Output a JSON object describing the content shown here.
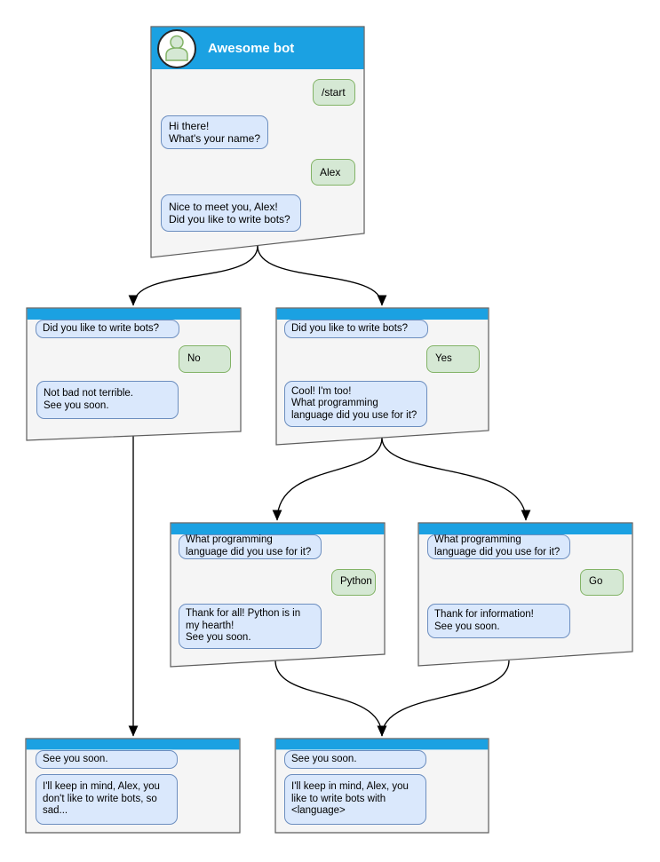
{
  "colors": {
    "header_blue": "#1BA1E2",
    "box_fill": "#F5F5F5",
    "box_border": "#5c5c5c",
    "bot_fill": "#DAE8FC",
    "bot_border": "#6C8EBF",
    "user_fill": "#D5E8D4",
    "user_border": "#82B366",
    "connector": "#000000",
    "text": "#000000"
  },
  "boxes": {
    "top": {
      "title": "Awesome bot",
      "avatar_icon": "person-icon",
      "messages": [
        {
          "from": "user",
          "text": "/start"
        },
        {
          "from": "bot",
          "text": "Hi there!\nWhat's your name?"
        },
        {
          "from": "user",
          "text": "Alex"
        },
        {
          "from": "bot",
          "text": "Nice to meet you, Alex!\nDid you like to write bots?"
        }
      ]
    },
    "branch_no": {
      "messages": [
        {
          "from": "bot",
          "text": "Did you like to write bots?"
        },
        {
          "from": "user",
          "text": "No"
        },
        {
          "from": "bot",
          "text": "Not bad not terrible.\nSee you soon."
        }
      ]
    },
    "branch_yes": {
      "messages": [
        {
          "from": "bot",
          "text": "Did you like to write bots?"
        },
        {
          "from": "user",
          "text": "Yes"
        },
        {
          "from": "bot",
          "text": "Cool! I'm too!\nWhat programming\nlanguage did you use for it?"
        }
      ]
    },
    "branch_python": {
      "messages": [
        {
          "from": "bot",
          "text": "What programming\nlanguage did you use for it?"
        },
        {
          "from": "user",
          "text": "Python"
        },
        {
          "from": "bot",
          "text": "Thank for all! Python is in\nmy hearth!\nSee you soon."
        }
      ]
    },
    "branch_go": {
      "messages": [
        {
          "from": "bot",
          "text": "What programming\nlanguage did you use for it?"
        },
        {
          "from": "user",
          "text": "Go"
        },
        {
          "from": "bot",
          "text": "Thank for information!\nSee you soon."
        }
      ]
    },
    "end_no": {
      "messages": [
        {
          "from": "bot",
          "text": "See you soon."
        },
        {
          "from": "bot",
          "text": "I'll keep in mind, Alex, you\ndon't like to write bots, so\nsad..."
        }
      ]
    },
    "end_yes": {
      "messages": [
        {
          "from": "bot",
          "text": "See you soon."
        },
        {
          "from": "bot",
          "text": "I'll keep in mind, Alex, you\nlike to write bots with\n<language>"
        }
      ]
    }
  }
}
